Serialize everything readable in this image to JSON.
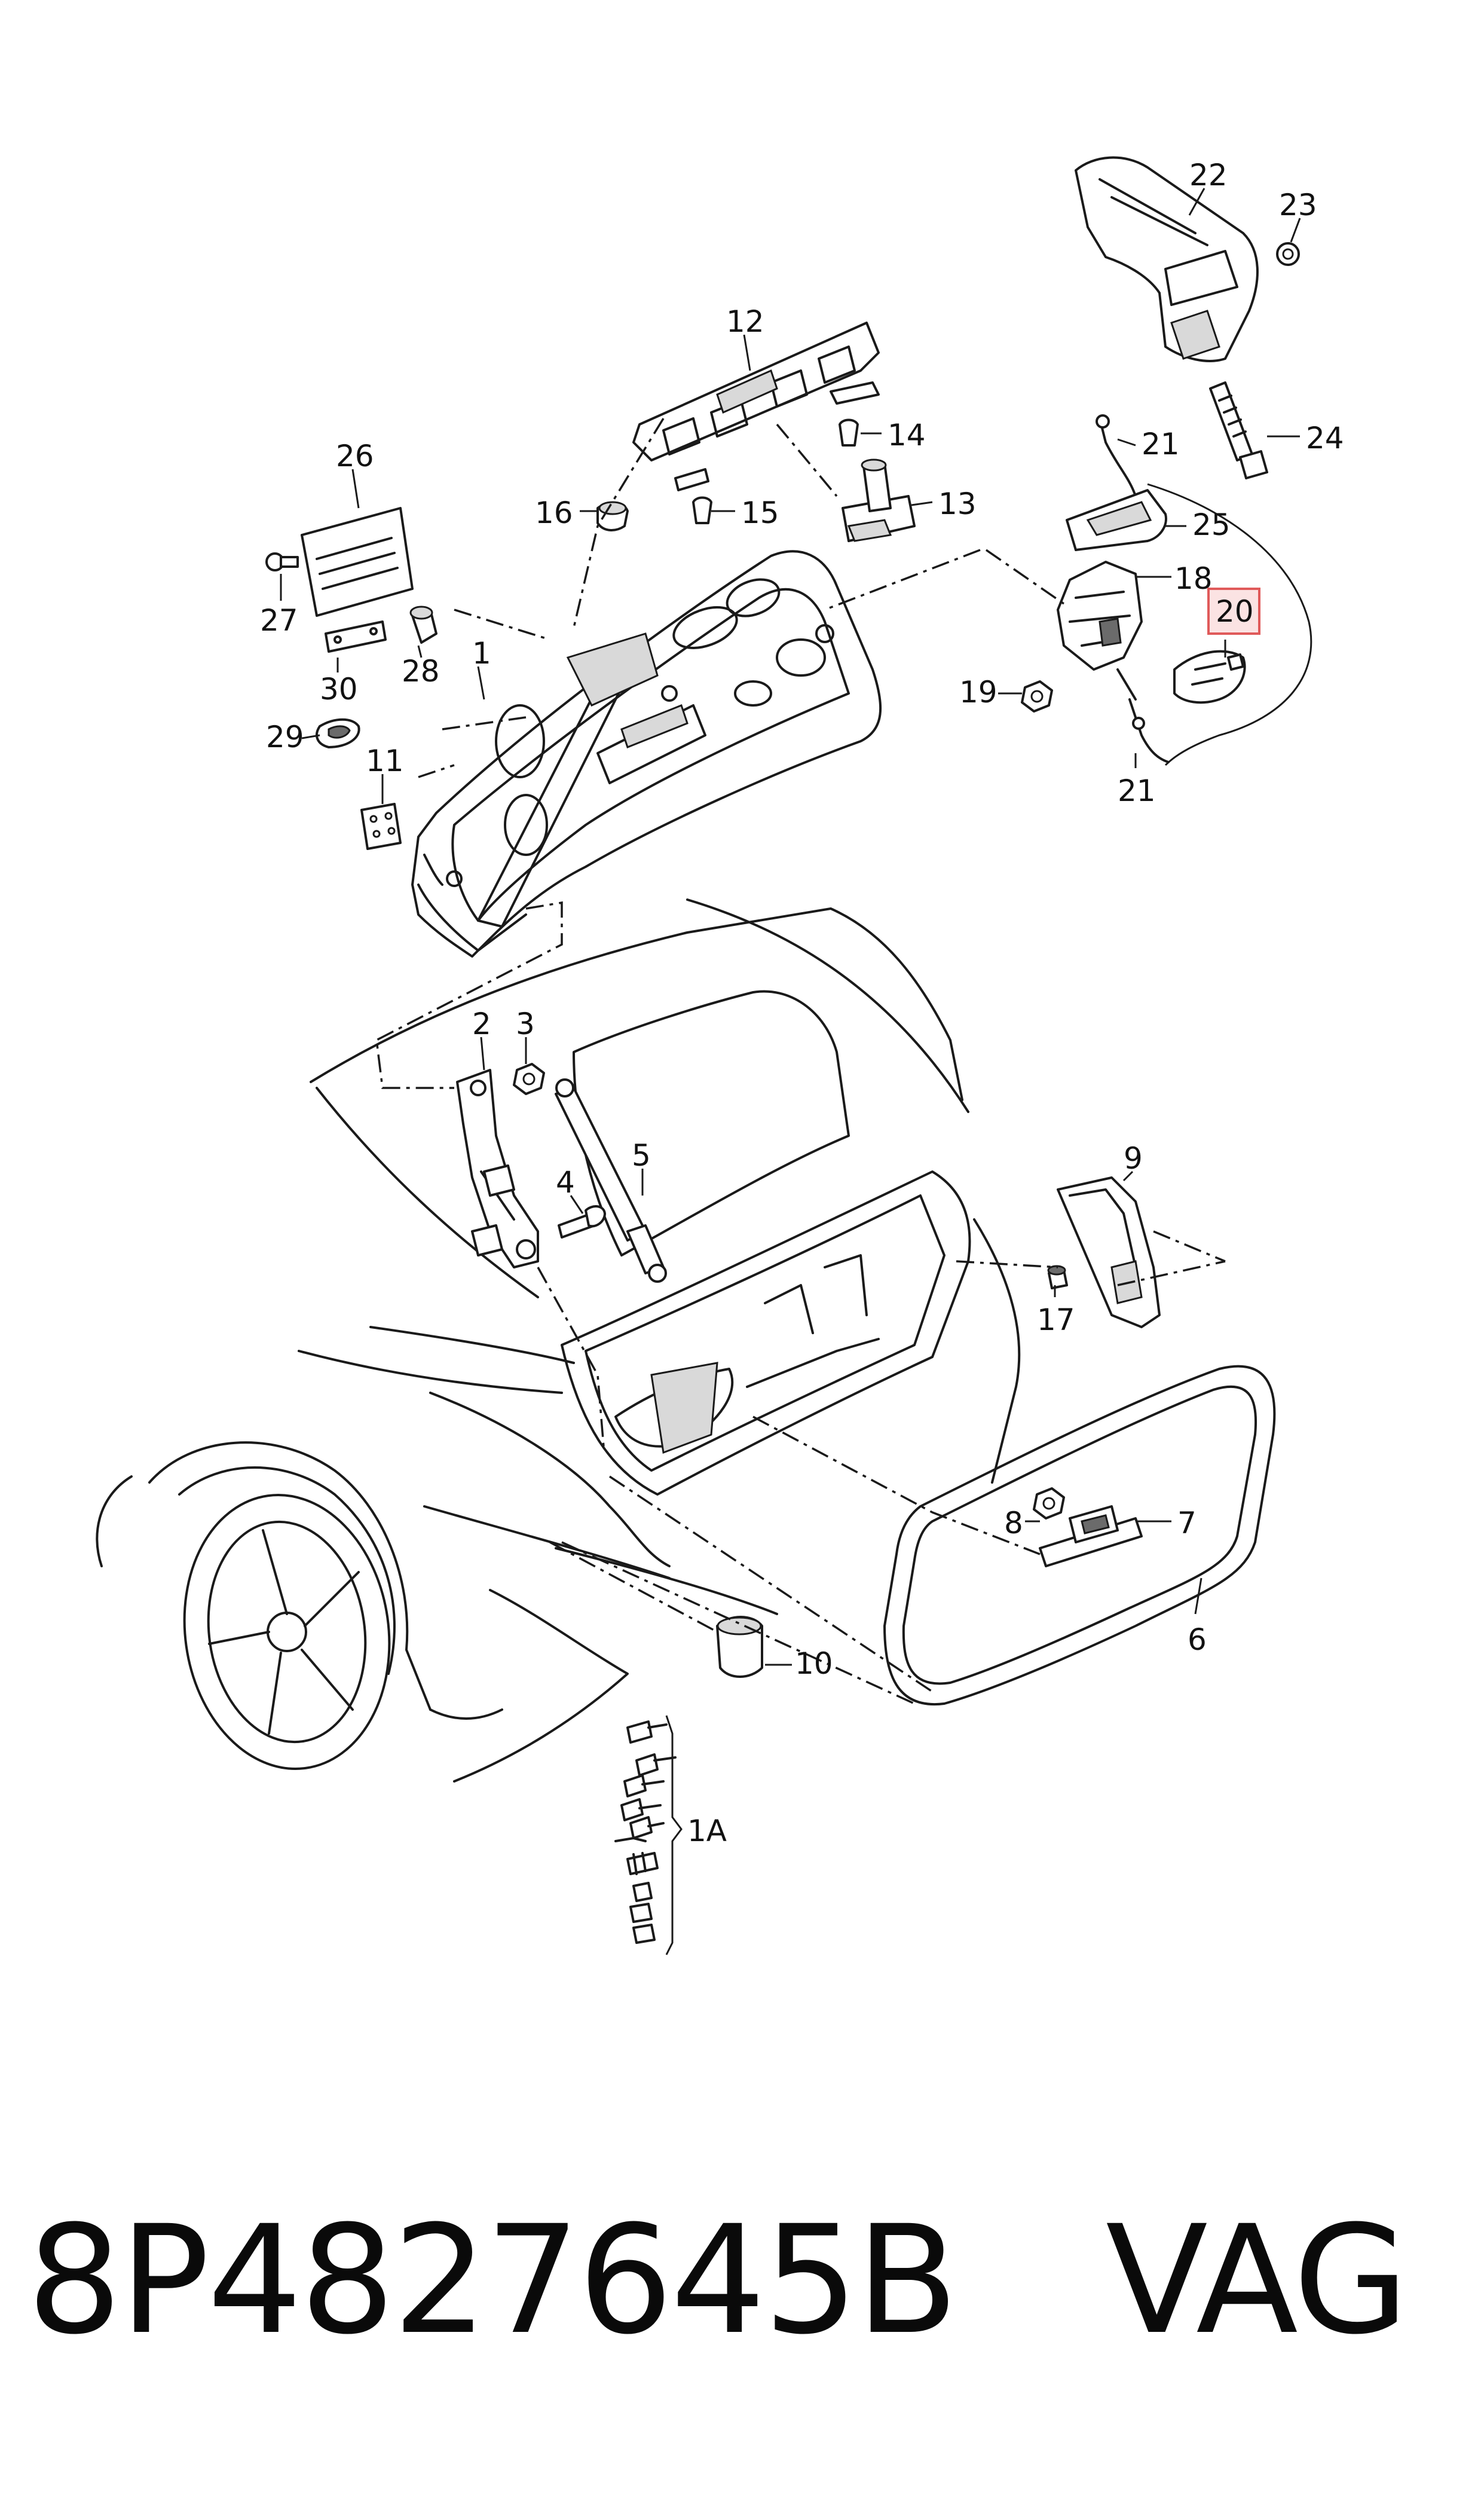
{
  "part_number": "8P4827645B",
  "brand": "VAG",
  "highlight_color": "#e05a5a",
  "callouts": {
    "c1": "1",
    "c1A": "1A",
    "c2": "2",
    "c3": "3",
    "c4": "4",
    "c5": "5",
    "c6": "6",
    "c7": "7",
    "c8": "8",
    "c9": "9",
    "c10": "10",
    "c11": "11",
    "c12": "12",
    "c13": "13",
    "c14": "14",
    "c15": "15",
    "c16": "16",
    "c17": "17",
    "c18": "18",
    "c19": "19",
    "c20": "20",
    "c21a": "21",
    "c21b": "21",
    "c22": "22",
    "c23": "23",
    "c24": "24",
    "c25": "25",
    "c26": "26",
    "c27": "27",
    "c28": "28",
    "c29": "29",
    "c30": "30"
  },
  "highlighted_callout": "20"
}
